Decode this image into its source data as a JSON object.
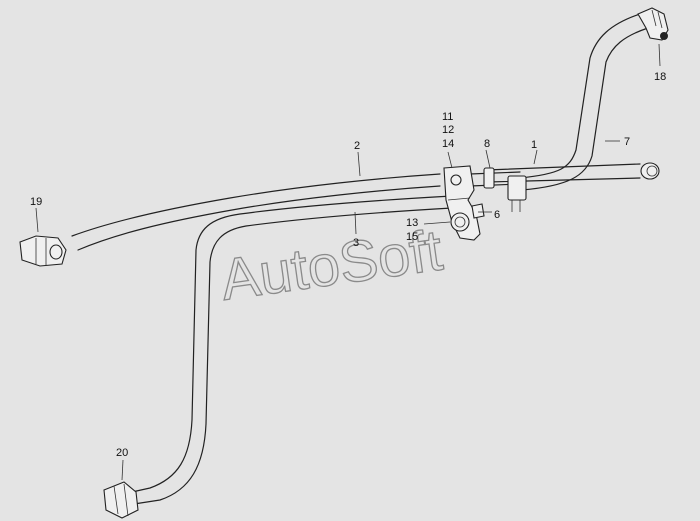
{
  "watermark": "AutoSoft",
  "callouts": {
    "c1": "1",
    "c2": "2",
    "c3": "3",
    "c6": "6",
    "c7": "7",
    "c8": "8",
    "c11": "11",
    "c12": "12",
    "c13": "13",
    "c14": "14",
    "c15": "15",
    "c18": "18",
    "c19": "19",
    "c20": "20"
  }
}
